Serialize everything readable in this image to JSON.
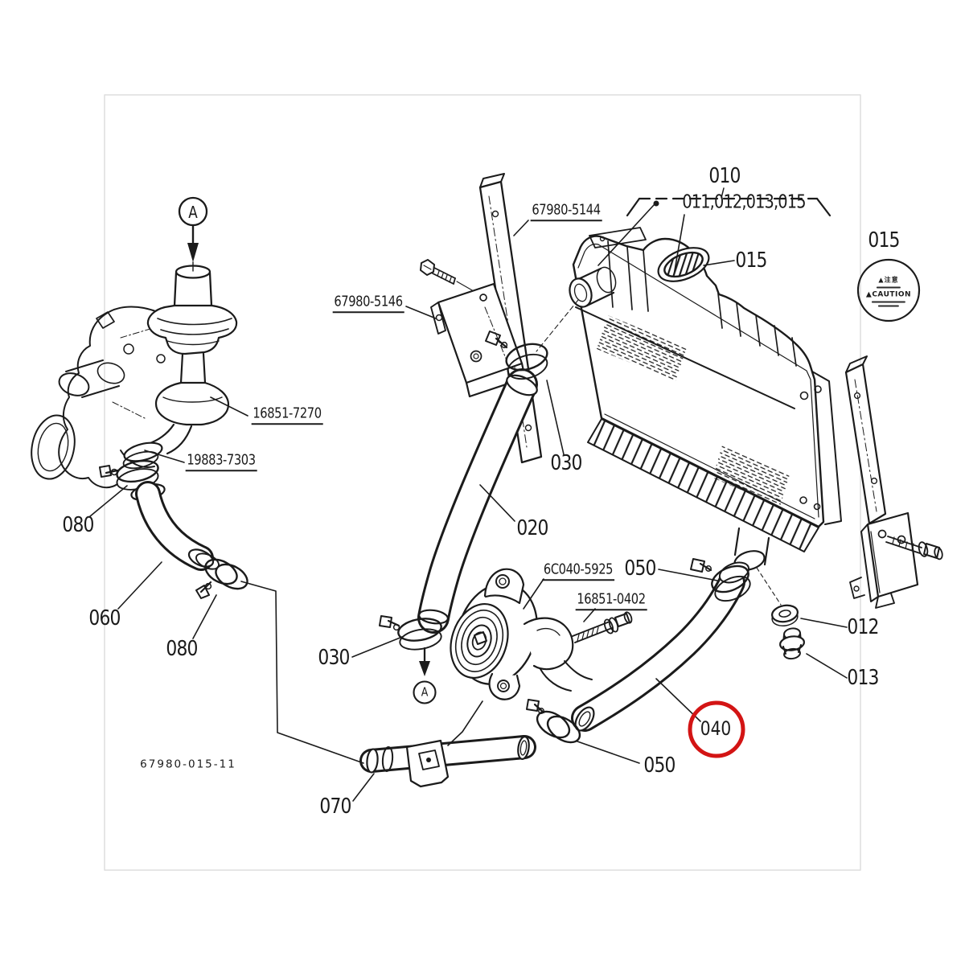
{
  "figure": {
    "type": "exploded-parts-diagram",
    "subject": "radiator and water piping",
    "drawing_number": "67980-015-11",
    "highlighted_ref": "040",
    "highlight_color": "#d31414",
    "line_color": "#1b1b1b"
  },
  "labels": {
    "group_ref": "010",
    "group_members": "011,012,013,015",
    "stay_upper": "67980-5144",
    "stay_lower": "67980-5146",
    "cap_ref": "015",
    "decal_ref": "015",
    "housing_part": "16851-7270",
    "gasket_part": "19883-7303",
    "clamp_080_a": "080",
    "hose_060": "060",
    "clamp_080_b": "080",
    "clamp_030_a": "030",
    "hose_020": "020",
    "clamp_030_b": "030",
    "pump_part": "6C040-5925",
    "bolt_part": "16851-0402",
    "clamp_050_a": "050",
    "hose_040": "040",
    "washer_ref": "012",
    "plug_ref": "013",
    "clamp_050_b": "050",
    "pipe_070": "070",
    "marker_a_top": "A",
    "marker_a_mid": "A",
    "decal_jp": "▲注意",
    "decal_en": "▲CAUTION",
    "drawing_number": "67980-015-11"
  }
}
